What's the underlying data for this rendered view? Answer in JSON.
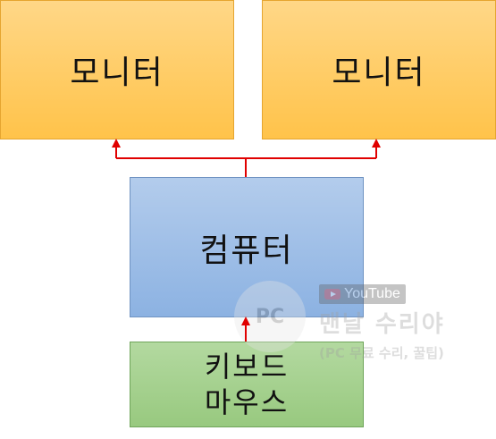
{
  "diagram": {
    "nodes": {
      "monitor_left": {
        "label": "모니터"
      },
      "monitor_right": {
        "label": "모니터"
      },
      "computer": {
        "label": "컴퓨터"
      },
      "input": {
        "line1": "키보드",
        "line2": "마우스"
      }
    },
    "colors": {
      "monitor_fill": "#ffc34a",
      "computer_fill": "#8cb2e2",
      "input_fill": "#98c97f",
      "connector": "#e00000"
    }
  },
  "watermark": {
    "logo_text": "PC",
    "youtube_text": "YouTube",
    "title": "맨날 수리야",
    "subtitle": "(PC 무료 수리, 꿀팁)"
  }
}
